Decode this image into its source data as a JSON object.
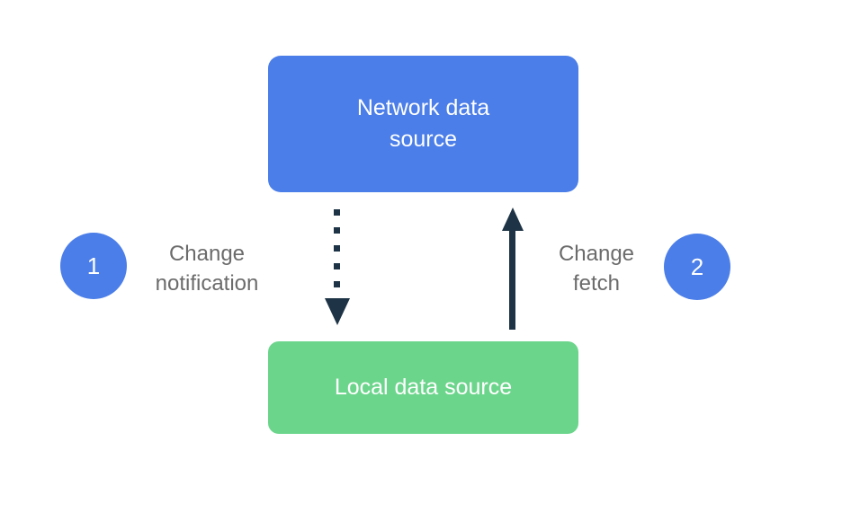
{
  "diagram": {
    "boxes": {
      "network": {
        "label": "Network data source",
        "color": "#4b7ee8",
        "text_color": "#ffffff"
      },
      "local": {
        "label": "Local data source",
        "color": "#6cd58c",
        "text_color": "#ffffff"
      }
    },
    "steps": [
      {
        "number": "1",
        "label": "Change notification"
      },
      {
        "number": "2",
        "label": "Change fetch"
      }
    ],
    "arrows": [
      {
        "name": "change-notification",
        "style": "dotted",
        "direction": "down"
      },
      {
        "name": "change-fetch",
        "style": "solid",
        "direction": "up"
      }
    ],
    "colors": {
      "accent_blue": "#4b7ee8",
      "accent_green": "#6cd58c",
      "arrow": "#1e3446",
      "label_gray": "#6b6b6b",
      "background": "#ffffff"
    }
  }
}
